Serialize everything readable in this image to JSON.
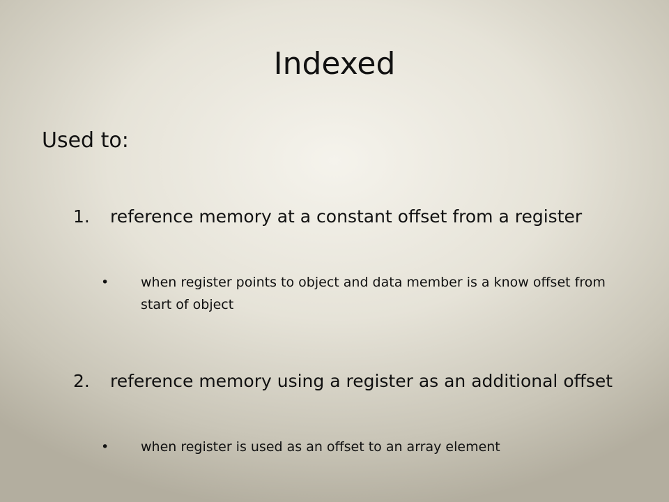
{
  "slide": {
    "title": "Indexed",
    "intro": "Used to:",
    "items": [
      {
        "number": "1.",
        "text": "reference memory at a constant offset from a register",
        "sub": {
          "bullet": "•",
          "text": "when register points to object and data member is a know offset from start of object"
        }
      },
      {
        "number": "2.",
        "text": "reference memory using a register as an additional offset",
        "sub": {
          "bullet": "•",
          "text": "when register is used as an offset to an array element"
        }
      }
    ]
  }
}
